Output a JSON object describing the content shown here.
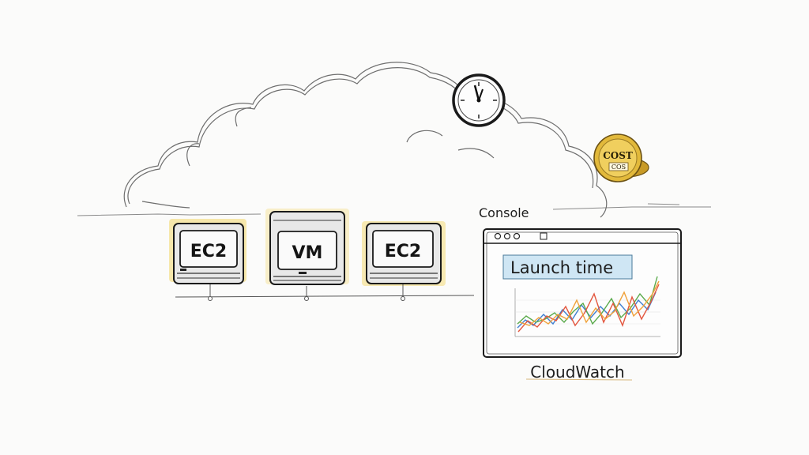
{
  "servers": [
    {
      "label": "EC2"
    },
    {
      "label": "VM"
    },
    {
      "label": "EC2"
    }
  ],
  "console": {
    "caption": "Console",
    "highlight_label": "Launch time"
  },
  "cloudwatch": {
    "caption": "CloudWatch"
  },
  "cost_coin": {
    "top_text": "COST",
    "bottom_text": "COS"
  },
  "colors": {
    "ink": "#2a2a2a",
    "highlight_yellow": "#f3d76a",
    "label_highlight_blue": "#cfe6f4",
    "coin_gold": "#e2b93b",
    "series_red": "#e3573f",
    "series_green": "#5aaa4b",
    "series_blue": "#3f7fd0",
    "series_orange": "#f0a23b"
  },
  "icons": [
    "clock-icon",
    "cost-coin-icon",
    "window-close-icon",
    "window-minimize-icon",
    "window-maximize-icon"
  ]
}
